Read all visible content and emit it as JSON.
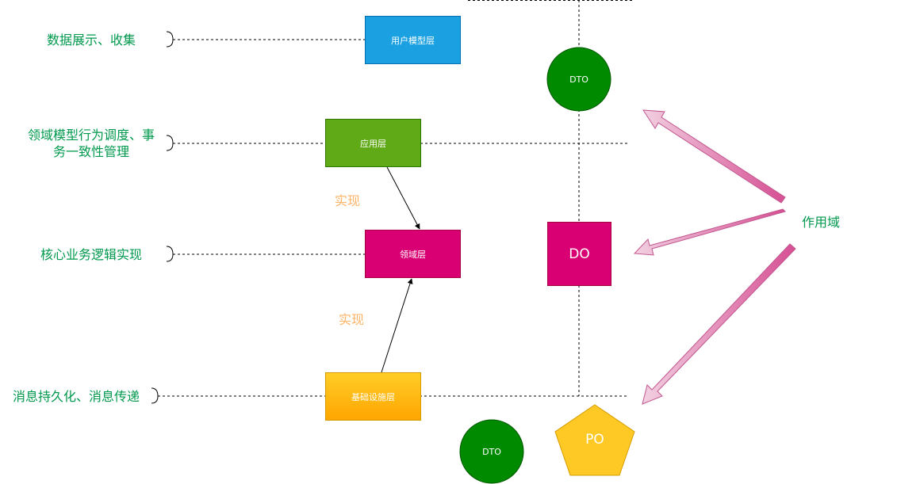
{
  "annotations": {
    "ui": "数据展示、收集",
    "app": "领域模型行为调度、事\n务一致性管理",
    "domain": "核心业务逻辑实现",
    "infra": "消息持久化、消息传递"
  },
  "layers": {
    "ui": "用户模型层",
    "app": "应用层",
    "domain": "领域层",
    "infra": "基础设施层"
  },
  "edge_labels": {
    "app_to_domain": "实现",
    "infra_to_domain": "实现"
  },
  "objects": {
    "dto_top": "DTO",
    "do": "DO",
    "dto_bottom": "DTO",
    "po": "PO"
  },
  "scope_label": "作用域",
  "colors": {
    "ui_layer": "#1ba1e2",
    "app_layer": "#60a917",
    "domain_layer": "#d80073",
    "infra_layer_top": "#ffcd28",
    "infra_layer_bottom": "#ffa500",
    "dto": "#008a00",
    "do": "#d80073",
    "po": "#ffc925",
    "annotation_text": "#00994d",
    "edge_label_text": "#ffb366",
    "scope_arrow": "#e08bb5"
  }
}
